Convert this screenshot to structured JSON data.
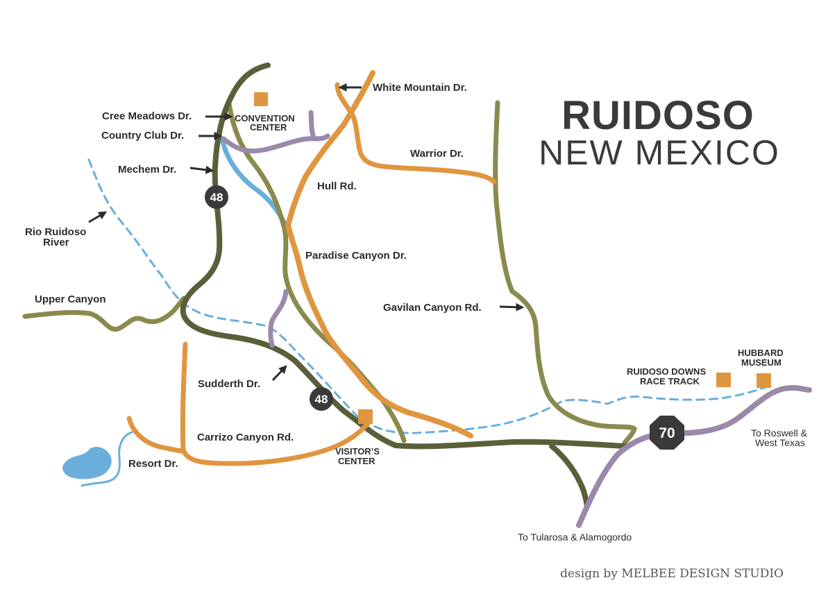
{
  "title": {
    "line1": "RUIDOSO",
    "line2": "NEW MEXICO"
  },
  "credit": "design by MELBEE DESIGN STUDIO",
  "colors": {
    "dark_olive": "#5a5f3a",
    "olive": "#8a8a4e",
    "orange": "#e0953f",
    "purple": "#9a89ab",
    "river_blue": "#6aaedc",
    "shield": "#3a3a3a"
  },
  "labels": {
    "white_mountain": "White Mountain Dr.",
    "cree_meadows": "Cree Meadows Dr.",
    "convention_1": "CONVENTION",
    "convention_2": "CENTER",
    "country_club": "Country Club Dr.",
    "mechem": "Mechem Dr.",
    "warrior": "Warrior Dr.",
    "hull": "Hull Rd.",
    "rio_1": "Rio Ruidoso",
    "rio_2": "River",
    "paradise": "Paradise Canyon Dr.",
    "upper_canyon": "Upper Canyon",
    "gavilan": "Gavilan Canyon Rd.",
    "sudderth": "Sudderth Dr.",
    "carrizo": "Carrizo Canyon Rd.",
    "resort": "Resort Dr.",
    "visitors_1": "VISITOR’S",
    "visitors_2": "CENTER",
    "downs_1": "RUIDOSO DOWNS",
    "downs_2": "RACE TRACK",
    "hubbard_1": "HUBBARD",
    "hubbard_2": "MUSEUM",
    "roswell_1": "To Roswell &",
    "roswell_2": "West Texas",
    "tularosa": "To Tularosa & Alamogordo"
  },
  "shields": {
    "hwy48_top": "48",
    "hwy48_bottom": "48",
    "hwy70": "70"
  }
}
